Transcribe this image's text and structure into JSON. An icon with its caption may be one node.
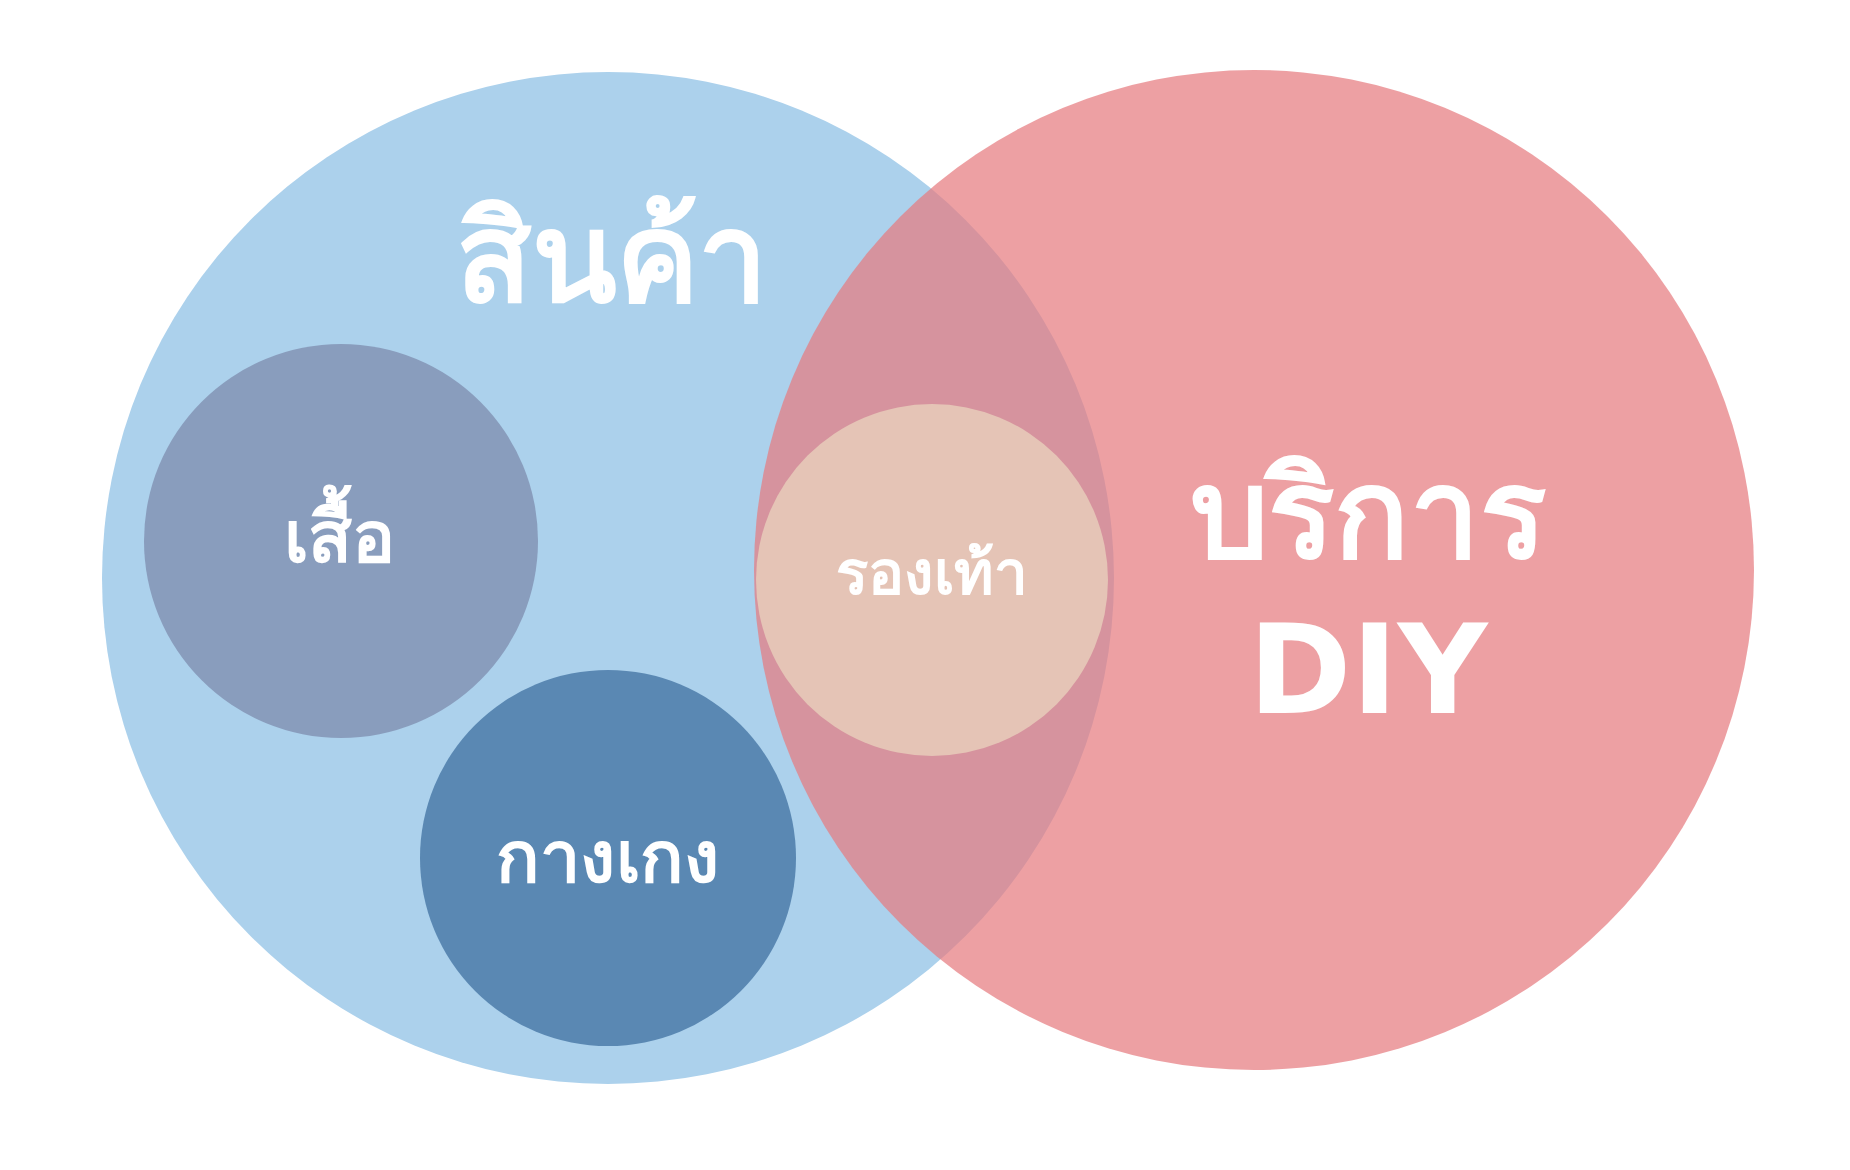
{
  "diagram": {
    "nodes": [
      {
        "text": [
          "สินค้า"
        ]
      },
      {
        "text": [
          "เสื้อ"
        ],
        "in": 0
      },
      {
        "text": [
          "กางเกง"
        ],
        "in": 0
      },
      {
        "text": [
          "รองเท้า"
        ]
      },
      {
        "text": [
          "บริการ DIY"
        ]
      }
    ]
  }
}
